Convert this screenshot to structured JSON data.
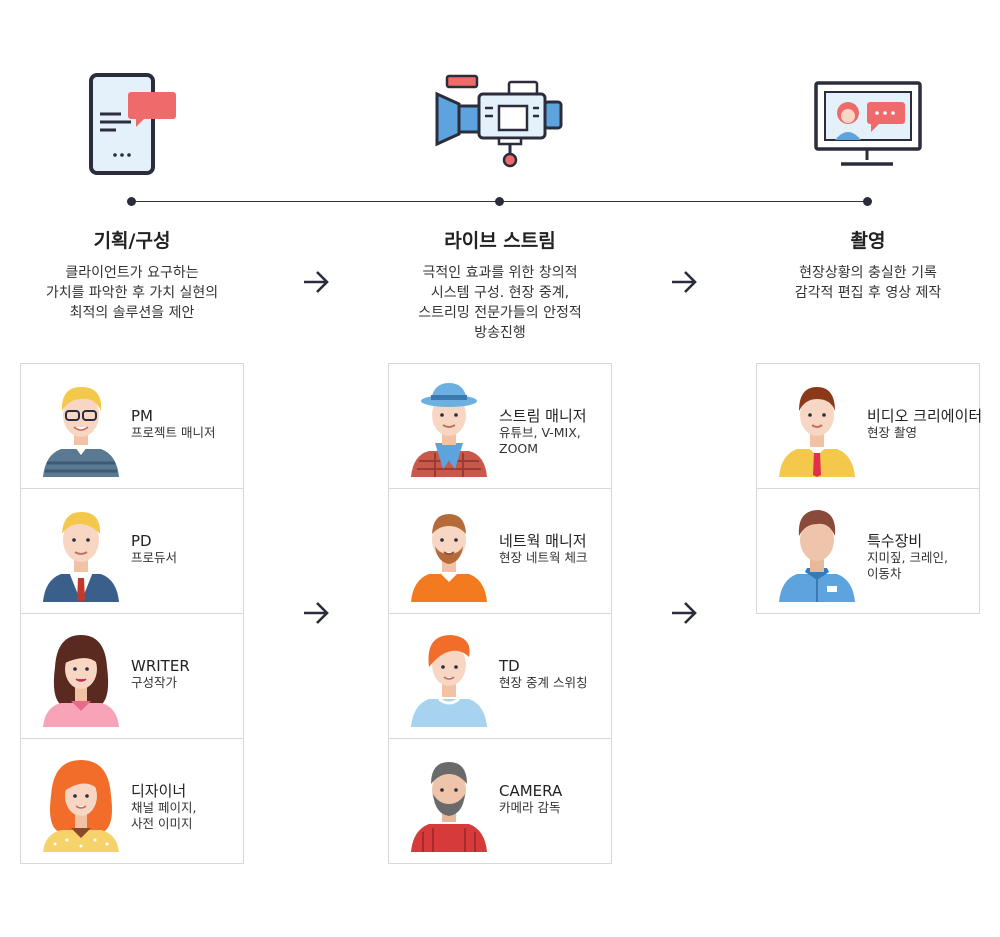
{
  "stages": [
    {
      "icon": "mobile-chat-icon",
      "title": "기획/구성",
      "description": "클라이언트가 요구하는\n가치를 파악한 후 가치 실현의\n최적의 솔루션을 제안",
      "roles": [
        {
          "name": "PM",
          "detail": "프로젝트 매니저",
          "avatar": "man-glasses-avatar"
        },
        {
          "name": "PD",
          "detail": "프로듀서",
          "avatar": "man-suit-avatar"
        },
        {
          "name": "WRITER",
          "detail": "구성작가",
          "avatar": "woman-curly-avatar"
        },
        {
          "name": "디자이너",
          "detail": "채널 페이지,\n사전 이미지",
          "avatar": "woman-redhair-avatar"
        }
      ]
    },
    {
      "icon": "video-camera-icon",
      "title": "라이브 스트림",
      "description": "극적인 효과를 위한 창의적\n시스템 구성. 현장 중계,\n스트리밍 전문가들의 안정적\n방송진행",
      "roles": [
        {
          "name": "스트림 매니저",
          "detail": "유튜브, V-MIX,\nZOOM",
          "avatar": "man-hat-avatar"
        },
        {
          "name": "네트웍 매니저",
          "detail": "현장 네트웍 체크",
          "avatar": "man-beard-avatar"
        },
        {
          "name": "TD",
          "detail": "현장 중계 스위칭",
          "avatar": "man-orange-hair-avatar"
        },
        {
          "name": "CAMERA",
          "detail": "카메라 감독",
          "avatar": "man-gray-beard-avatar"
        }
      ]
    },
    {
      "icon": "monitor-chat-icon",
      "title": "촬영",
      "description": "현장상황의 충실한 기록\n감각적 편집 후 영상 제작",
      "roles": [
        {
          "name": "비디오 크리에이터",
          "detail": "현장 촬영",
          "avatar": "man-tie-avatar"
        },
        {
          "name": "특수장비",
          "detail": "지미짚, 크레인,\n이동차",
          "avatar": "man-uniform-avatar"
        }
      ]
    }
  ],
  "colors": {
    "navy": "#2b2d3c",
    "blue": "#5da4de",
    "red": "#ef5a5a",
    "border": "#d8d8d8"
  }
}
